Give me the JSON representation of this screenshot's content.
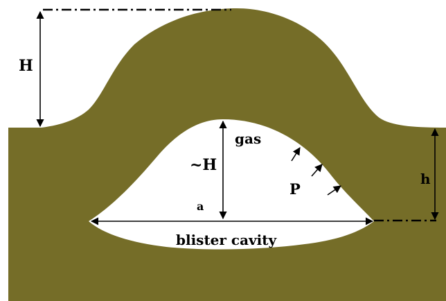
{
  "labels": {
    "H": "H",
    "approx_H": "~H",
    "gas": "gas",
    "P": "P",
    "h": "h",
    "a": "a",
    "blister_cavity": "blister cavity"
  },
  "colors": {
    "film": "#756d28",
    "cavity": "#ffffff",
    "line": "#000000",
    "background": "#ffffff"
  }
}
